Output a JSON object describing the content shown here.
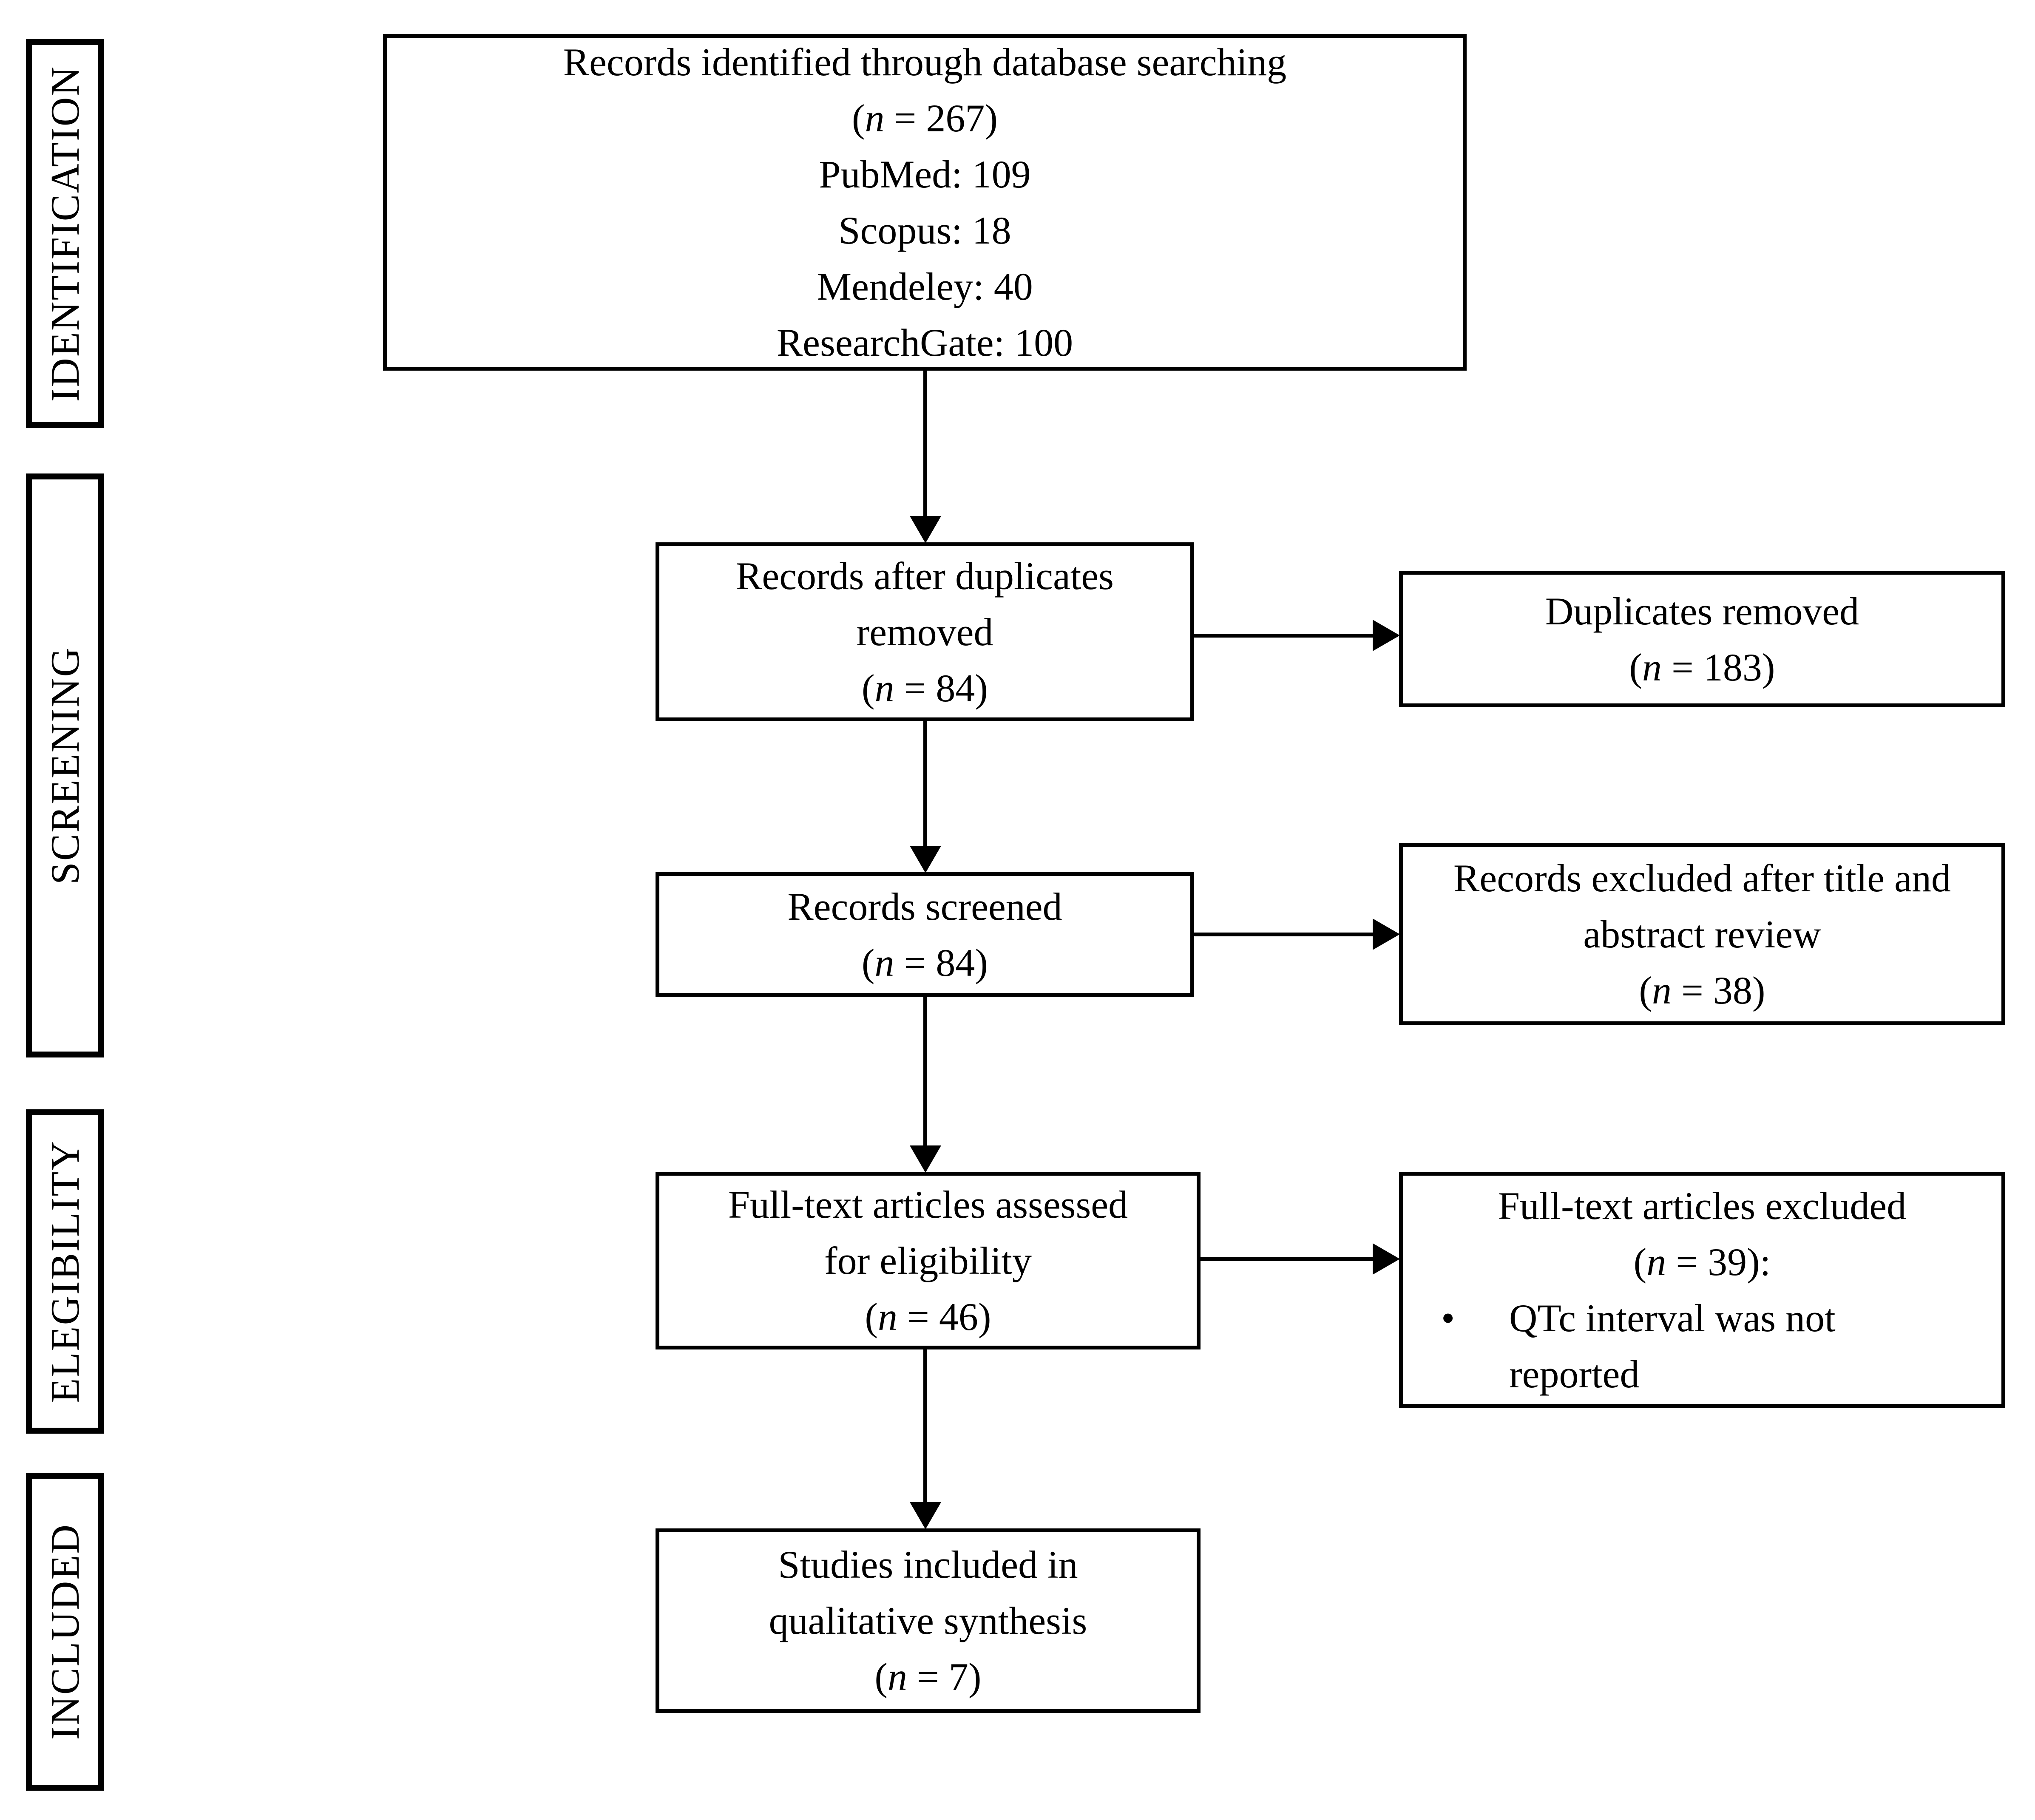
{
  "page": {
    "background": "#ffffff",
    "ink": "#000000"
  },
  "stages": [
    {
      "label": "IDENTIFICATION"
    },
    {
      "label": "SCREENING"
    },
    {
      "label": "ELEGIBILITY"
    },
    {
      "label": "INCLUDED"
    }
  ],
  "flow": {
    "identified": {
      "lines": [
        "Records identified through database searching",
        "(n = 267)",
        "PubMed: 109",
        "Scopus: 18",
        "Mendeley: 40",
        "ResearchGate: 100"
      ]
    },
    "after_duplicates": {
      "lines": [
        "Records after duplicates",
        "removed",
        "(n = 84)"
      ]
    },
    "screened": {
      "lines": [
        "Records screened",
        "(n = 84)"
      ]
    },
    "fulltext_assessed": {
      "lines": [
        "Full-text articles assessed",
        "for eligibility",
        "(n = 46)"
      ]
    },
    "included_studies": {
      "lines": [
        "Studies included in",
        "qualitative synthesis",
        "(n = 7)"
      ]
    }
  },
  "exclusions": {
    "duplicates_removed": {
      "lines": [
        "Duplicates removed",
        "(n = 183)"
      ]
    },
    "title_abstract_excluded": {
      "lines": [
        "Records excluded after title and",
        "abstract review",
        "(n = 38)"
      ]
    },
    "fulltext_excluded": {
      "lines": [
        "Full-text articles excluded",
        "(n = 39):"
      ],
      "bullet": "•",
      "bullet_text": "QTc interval was not reported"
    }
  }
}
